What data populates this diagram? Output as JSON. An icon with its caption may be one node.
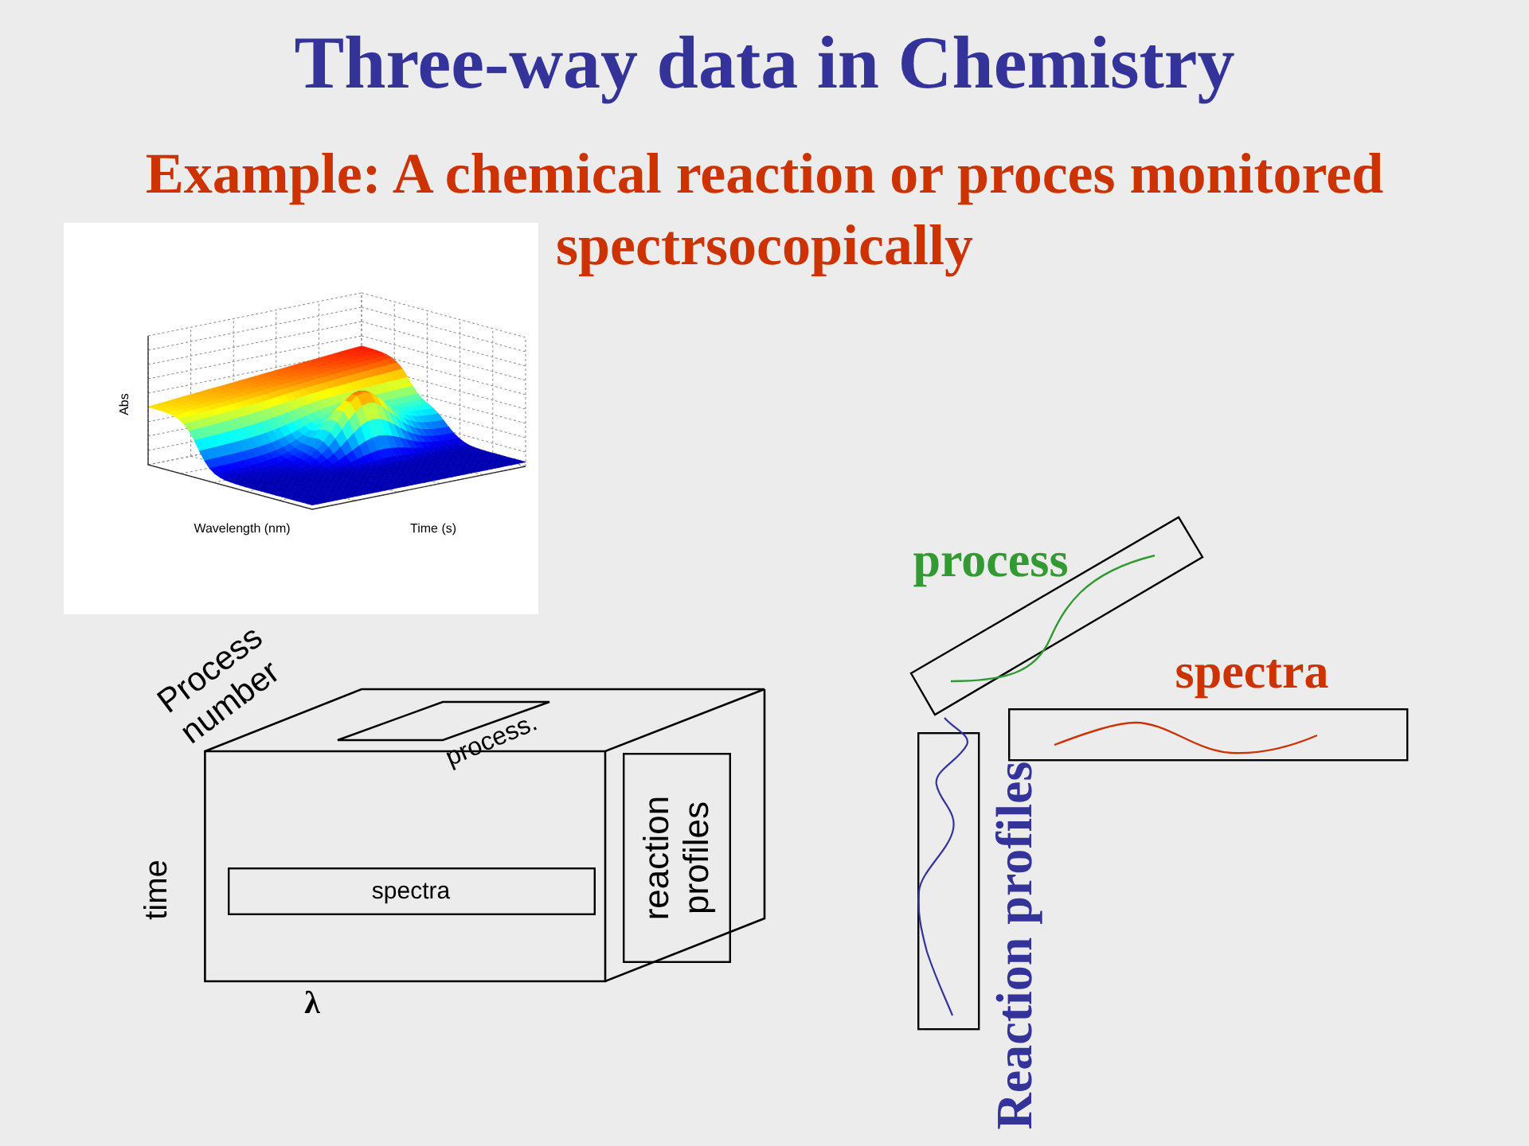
{
  "diagram": {
    "title": "Three-way data in Chemistry",
    "nodes": [
      {
        "text": [],
        "shape": "box",
        "beside": [
          "Process number",
          "time",
          "λ"
        ]
      },
      {
        "text": [
          "process."
        ],
        "in": 0
      },
      {
        "text": [
          "spectra"
        ],
        "in": 0
      },
      {
        "text": [
          "reaction profiles"
        ],
        "in": 0
      },
      {
        "text": [
          "process"
        ]
      },
      {
        "text": [
          "spectra"
        ]
      },
      {
        "text": [
          "Reaction profiles"
        ]
      }
    ],
    "labels": [
      "Example: A chemical reaction or proces monitored spectrsocopically",
      "Abs",
      "Wavelength (nm)",
      "Time (s)"
    ]
  }
}
